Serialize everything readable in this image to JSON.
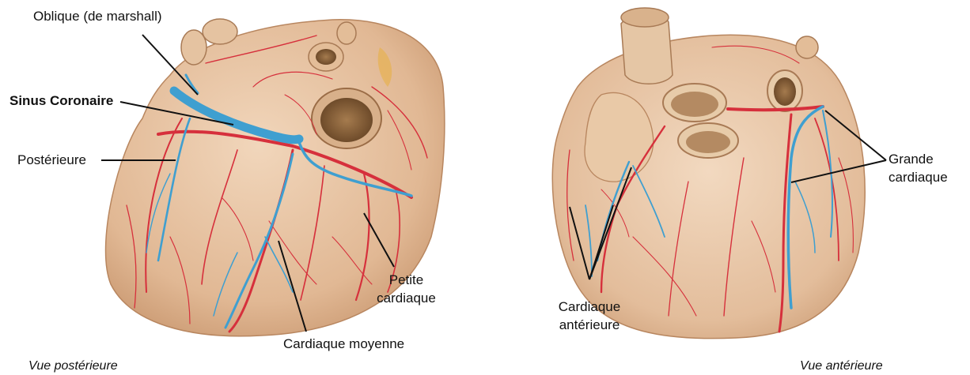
{
  "posterior_view": {
    "caption": "Vue postérieure",
    "labels": {
      "oblique": "Oblique (de marshall)",
      "sinus": "Sinus Coronaire",
      "posterieure": "Postérieure",
      "petite_line1": "Petite",
      "petite_line2": "cardiaque",
      "moyenne": "Cardiaque moyenne"
    }
  },
  "anterior_view": {
    "caption": "Vue antérieure",
    "labels": {
      "grande_line1": "Grande",
      "grande_line2": "cardiaque",
      "anterieure_line1": "Cardiaque",
      "anterieure_line2": "antérieure"
    }
  },
  "colors": {
    "myocardium": "#e6c3a3",
    "vessel_shadow": "#c9a07c",
    "artery": "#d6303c",
    "vein": "#3f9fd0",
    "leader_line": "#111111"
  }
}
